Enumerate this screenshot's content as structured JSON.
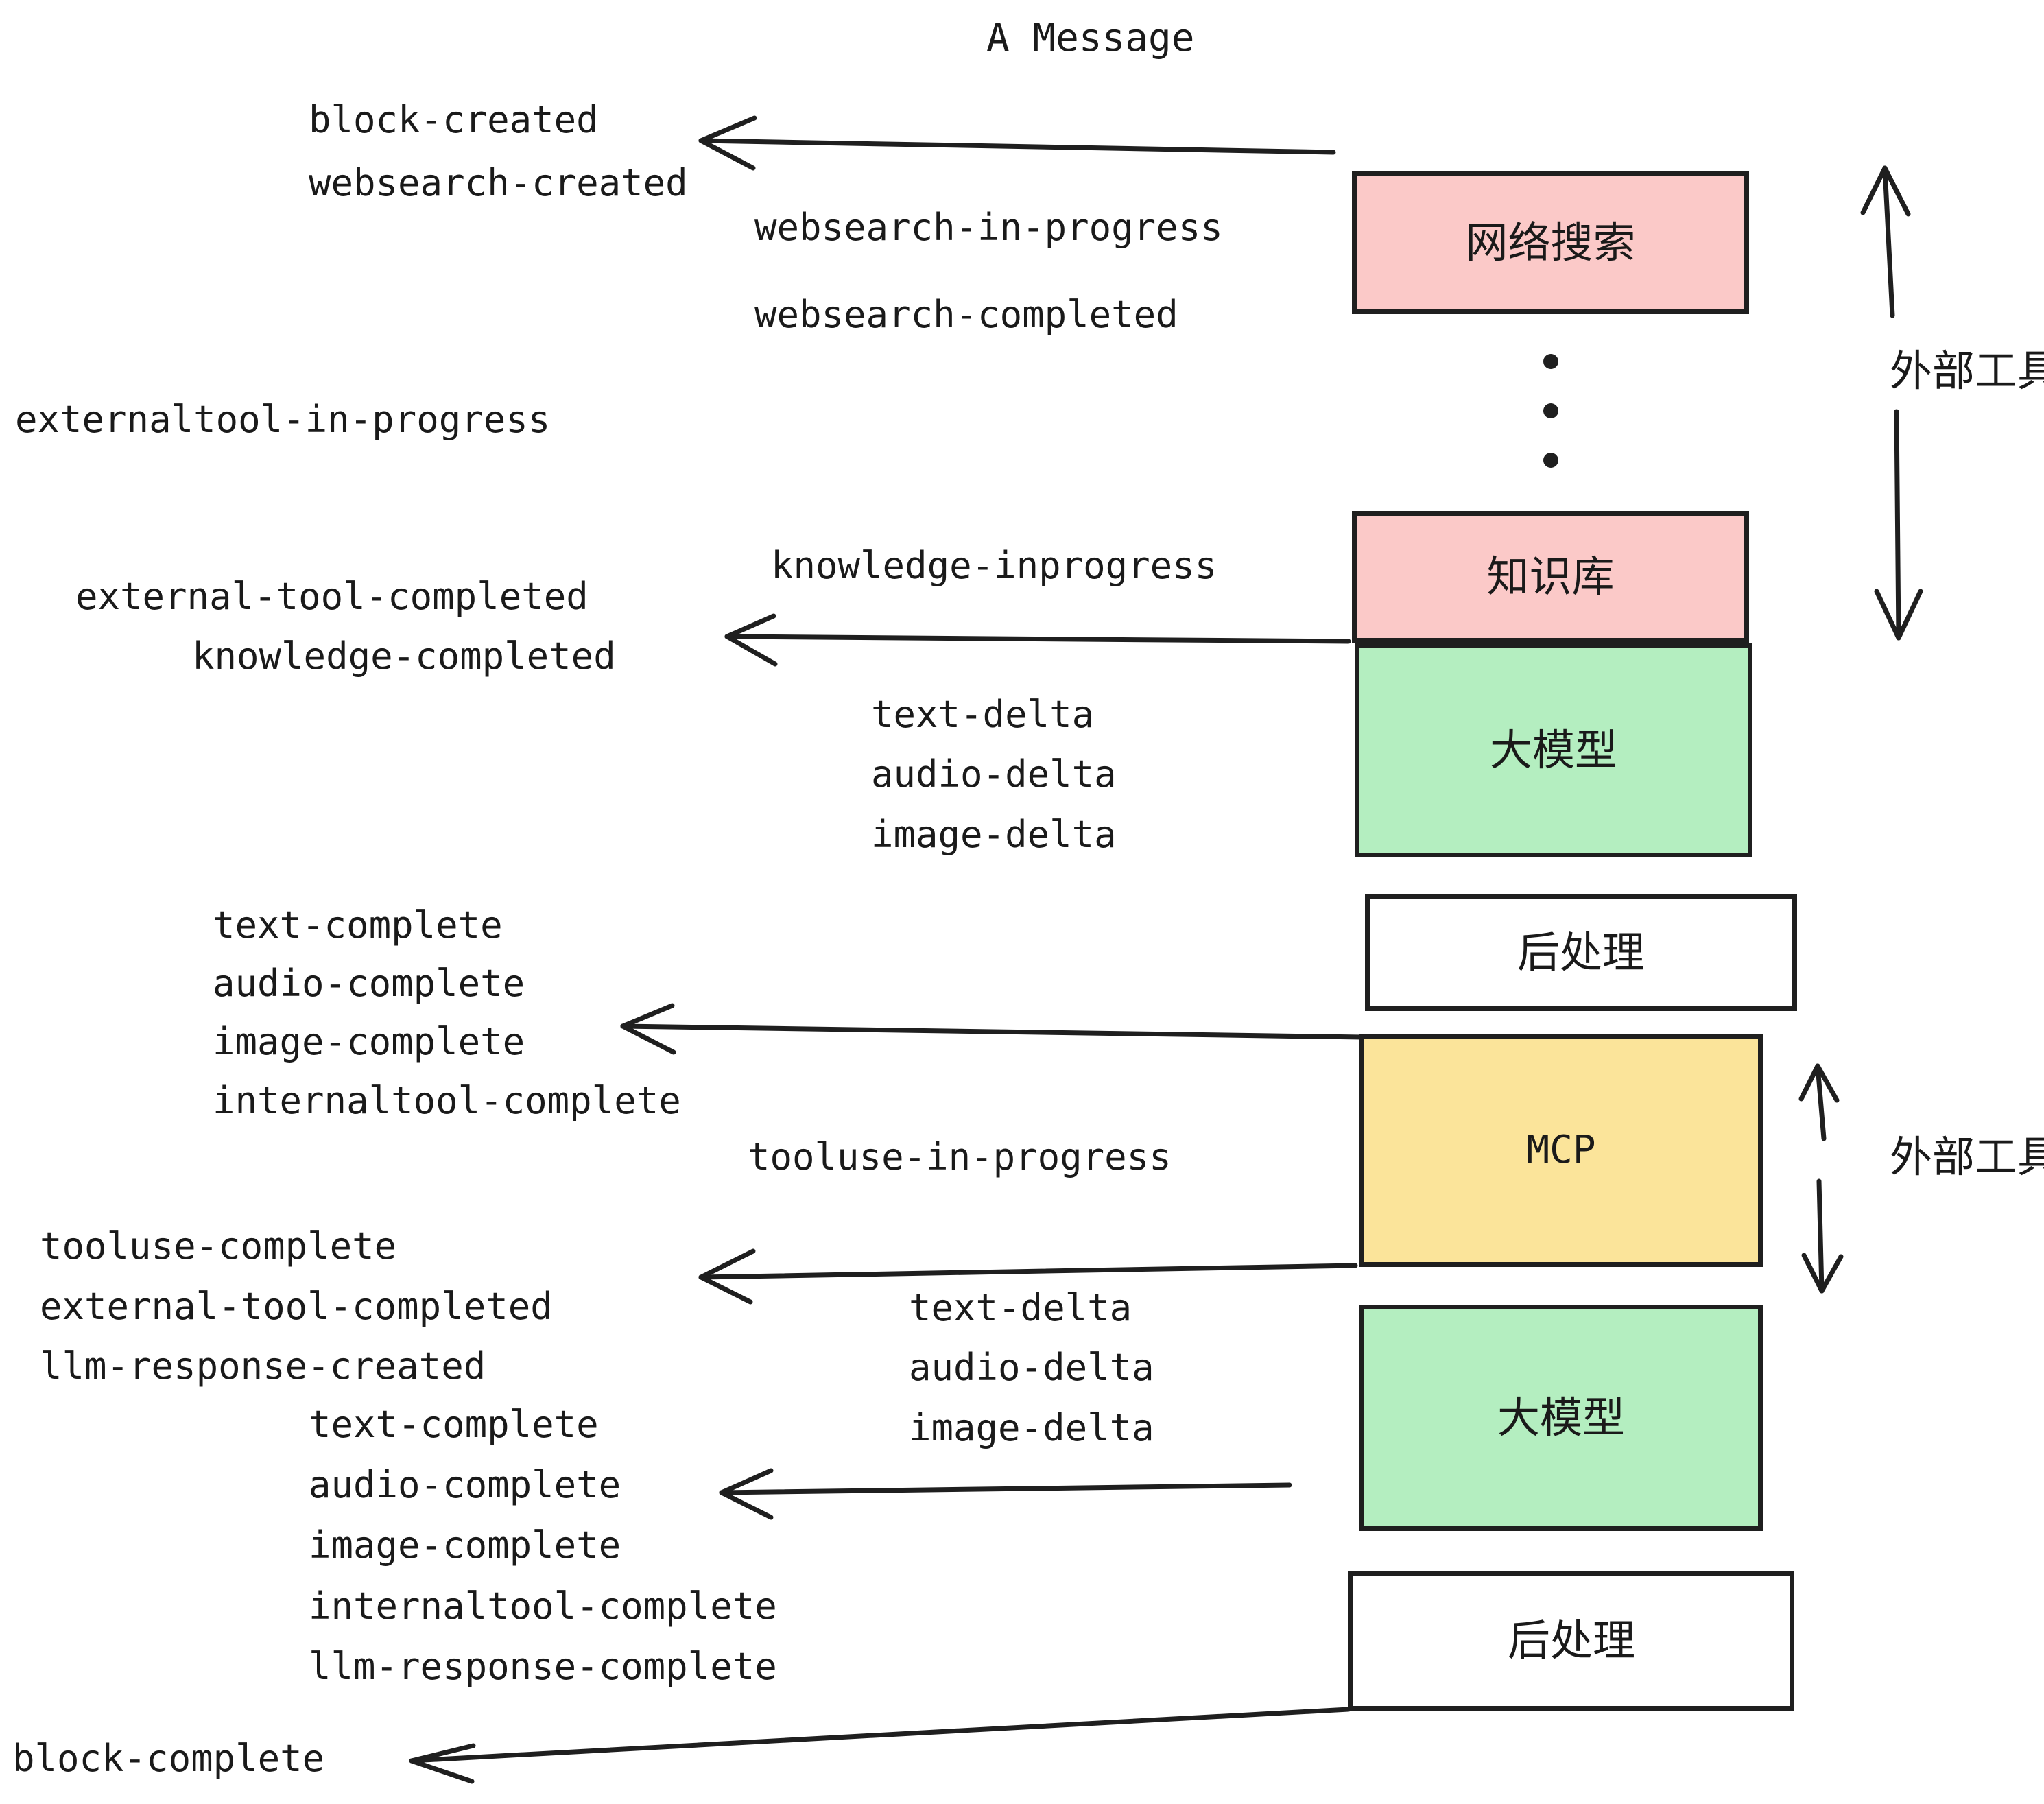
{
  "diagram": {
    "title": "A Message",
    "colors": {
      "external_tool_box": "#fbc9c8",
      "llm_box": "#b4eec0",
      "mcp_box": "#fbe49a",
      "postprocess_box": "#ffffff",
      "stroke": "#1f1f1f",
      "background": "#ffffff"
    },
    "boxes": [
      {
        "id": "websearch",
        "label": "网络搜索",
        "kind": "external"
      },
      {
        "id": "knowledge",
        "label": "知识库",
        "kind": "external"
      },
      {
        "id": "llm-upper",
        "label": "大模型",
        "kind": "llm"
      },
      {
        "id": "postprocess-upper",
        "label": "后处理",
        "kind": "postprocess"
      },
      {
        "id": "mcp",
        "label": "MCP",
        "kind": "mcp"
      },
      {
        "id": "llm-lower",
        "label": "大模型",
        "kind": "llm"
      },
      {
        "id": "postprocess-lower",
        "label": "后处理",
        "kind": "postprocess"
      }
    ],
    "side_labels": [
      {
        "id": "external-tool-upper",
        "label": "外部工具"
      },
      {
        "id": "external-tool-lower",
        "label": "外部工具"
      }
    ],
    "events": {
      "block_created": "block-created",
      "websearch_created": "websearch-created",
      "websearch_in_progress": "websearch-in-progress",
      "websearch_completed": "websearch-completed",
      "externaltool_in_progress": "externaltool-in-progress",
      "knowledge_inprogress": "knowledge-inprogress",
      "external_tool_completed_1": "external-tool-completed",
      "knowledge_completed": "knowledge-completed",
      "text_delta_1": "text-delta",
      "audio_delta_1": "audio-delta",
      "image_delta_1": "image-delta",
      "text_complete_1": "text-complete",
      "audio_complete_1": "audio-complete",
      "image_complete_1": "image-complete",
      "internaltool_complete_1": "internaltool-complete",
      "tooluse_in_progress": "tooluse-in-progress",
      "tooluse_complete": "tooluse-complete",
      "external_tool_completed_2": "external-tool-completed",
      "llm_response_created": "llm-response-created",
      "text_delta_2": "text-delta",
      "audio_delta_2": "audio-delta",
      "image_delta_2": "image-delta",
      "text_complete_2": "text-complete",
      "audio_complete_2": "audio-complete",
      "image_complete_2": "image-complete",
      "internaltool_complete_2": "internaltool-complete",
      "llm_response_complete": "llm-response-complete",
      "block_complete": "block-complete"
    }
  }
}
